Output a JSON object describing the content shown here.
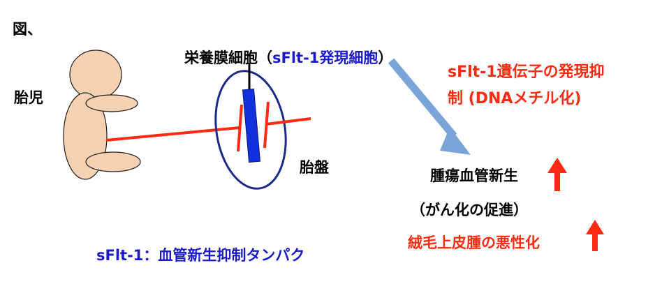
{
  "labels": {
    "figure_label": "図、",
    "fetus": "胎児",
    "placenta": "胎盤",
    "trophoblast_prefix": "栄養膜細胞（",
    "trophoblast_highlight": "sFlt-1発現細胞",
    "trophoblast_suffix": "）",
    "gene_suppression_line1": "sFlt-1遺伝子の発現抑",
    "gene_suppression_line2": "制 (DNAメチル化)",
    "tumor_angiogenesis": "腫瘍血管新生",
    "cancer_promotion": "（がん化の促進）",
    "malignant_transformation": "絨毛上皮腫の悪性化",
    "sflt1_definition": "sFlt-1：血管新生抑制タンパク"
  },
  "colors": {
    "fetus_fill": "#f6d2b3",
    "red_accent": "#ff2a12",
    "blue_text": "#1a1ac8",
    "ellipse_stroke": "#1c2a8a",
    "blue_bar": "#1030e0",
    "arrow_blue": "#7aa4d8"
  },
  "icons": {
    "increase_arrow_1": "up-arrow-icon",
    "increase_arrow_2": "up-arrow-icon"
  }
}
